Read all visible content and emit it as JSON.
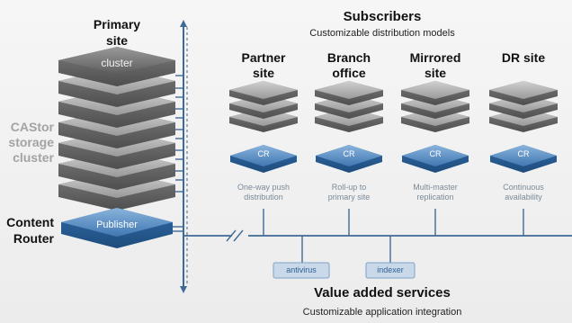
{
  "primary": {
    "title_line1": "Primary",
    "title_line2": "site",
    "cluster_label": "cluster",
    "storage_line1": "CAStor",
    "storage_line2": "storage",
    "storage_line3": "cluster"
  },
  "content_router": {
    "label_line1": "Content",
    "label_line2": "Router",
    "publisher_label": "Publisher"
  },
  "subscribers": {
    "title": "Subscribers",
    "subtitle": "Customizable distribution models",
    "sites": [
      {
        "name_line1": "Partner",
        "name_line2": "site",
        "node_label": "CR",
        "caption_line1": "One-way push",
        "caption_line2": "distribution"
      },
      {
        "name_line1": "Branch",
        "name_line2": "office",
        "node_label": "CR",
        "caption_line1": "Roll-up to",
        "caption_line2": "primary site"
      },
      {
        "name_line1": "Mirrored",
        "name_line2": "site",
        "node_label": "CR",
        "caption_line1": "Multi-master",
        "caption_line2": "replication"
      },
      {
        "name_line1": "DR site",
        "name_line2": "",
        "node_label": "CR",
        "caption_line1": "Continuous",
        "caption_line2": "availability"
      }
    ]
  },
  "services": {
    "title": "Value added services",
    "subtitle": "Customizable application integration",
    "items": [
      {
        "label": "antivirus"
      },
      {
        "label": "indexer"
      }
    ]
  },
  "colors": {
    "slab_top": "#b8b8b8",
    "slab_side": "#6e6e6e",
    "cr_top": "#5a8fc4",
    "cr_side": "#2e5f96",
    "line": "#3f6a96",
    "service_fill": "#c9d9ea"
  }
}
